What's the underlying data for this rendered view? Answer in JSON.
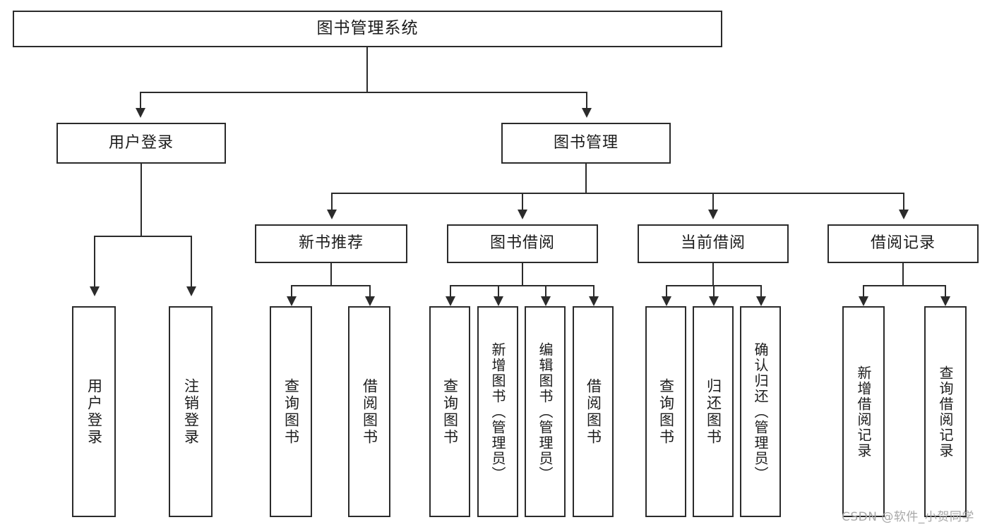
{
  "diagram": {
    "title": "图书管理系统",
    "type": "hierarchy-tree",
    "levels": 4,
    "root": {
      "id": "root",
      "label": "图书管理系统"
    },
    "level2": [
      {
        "id": "user-login",
        "label": "用户登录"
      },
      {
        "id": "book-manage",
        "label": "图书管理"
      }
    ],
    "level3": [
      {
        "id": "new-book-recommend",
        "label": "新书推荐",
        "parent": "book-manage"
      },
      {
        "id": "book-borrow",
        "label": "图书借阅",
        "parent": "book-manage"
      },
      {
        "id": "current-borrow",
        "label": "当前借阅",
        "parent": "book-manage"
      },
      {
        "id": "borrow-record",
        "label": "借阅记录",
        "parent": "book-manage"
      }
    ],
    "leaves": {
      "user_login": [
        {
          "id": "leaf-user-login",
          "label": "用户登录"
        },
        {
          "id": "leaf-logout",
          "label": "注销登录"
        }
      ],
      "new_book_recommend": [
        {
          "id": "leaf-query-book-1",
          "label": "查询图书"
        },
        {
          "id": "leaf-borrow-book-1",
          "label": "借阅图书"
        }
      ],
      "book_borrow": [
        {
          "id": "leaf-query-book-2",
          "label": "查询图书"
        },
        {
          "id": "leaf-add-book",
          "label": "新增图书（管理员）"
        },
        {
          "id": "leaf-edit-book",
          "label": "编辑图书（管理员）"
        },
        {
          "id": "leaf-borrow-book-2",
          "label": "借阅图书"
        }
      ],
      "current_borrow": [
        {
          "id": "leaf-query-book-3",
          "label": "查询图书"
        },
        {
          "id": "leaf-return-book",
          "label": "归还图书"
        },
        {
          "id": "leaf-confirm-return",
          "label": "确认归还（管理员）"
        }
      ],
      "borrow_record": [
        {
          "id": "leaf-add-record",
          "label": "新增借阅记录"
        },
        {
          "id": "leaf-query-record",
          "label": "查询借阅记录"
        }
      ]
    }
  },
  "watermark": {
    "text": "CSDN @软件_小贺同学"
  },
  "colors": {
    "stroke": "#2b2b2b",
    "fill": "#ffffff",
    "text": "#1c1c1c",
    "watermark": "#a8a8a8"
  }
}
